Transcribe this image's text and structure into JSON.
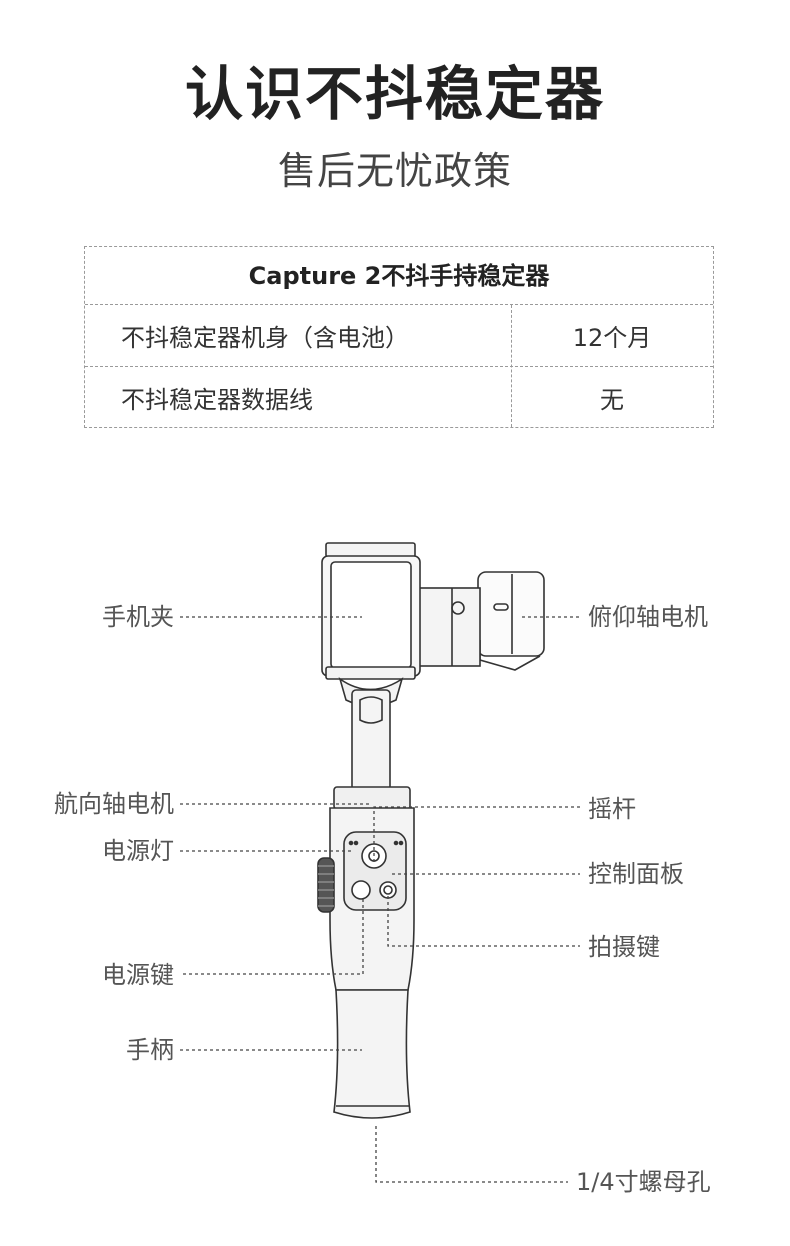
{
  "header": {
    "title": "认识不抖稳定器",
    "subtitle": "售后无忧政策"
  },
  "warranty_table": {
    "header": "Capture 2不抖手持稳定器",
    "rows": [
      {
        "item": "不抖稳定器机身（含电池）",
        "period": "12个月"
      },
      {
        "item": "不抖稳定器数据线",
        "period": "无"
      }
    ]
  },
  "diagram_labels": {
    "phone_clamp": "手机夹",
    "tilt_motor": "俯仰轴电机",
    "pan_motor": "航向轴电机",
    "joystick": "摇杆",
    "power_light": "电源灯",
    "control_panel": "控制面板",
    "shutter_button": "拍摄键",
    "power_button": "电源键",
    "handle": "手柄",
    "screw_hole": "1/4寸螺母孔"
  },
  "colors": {
    "line": "#444444",
    "outline": "#333333",
    "body_fill": "#f4f4f4"
  }
}
